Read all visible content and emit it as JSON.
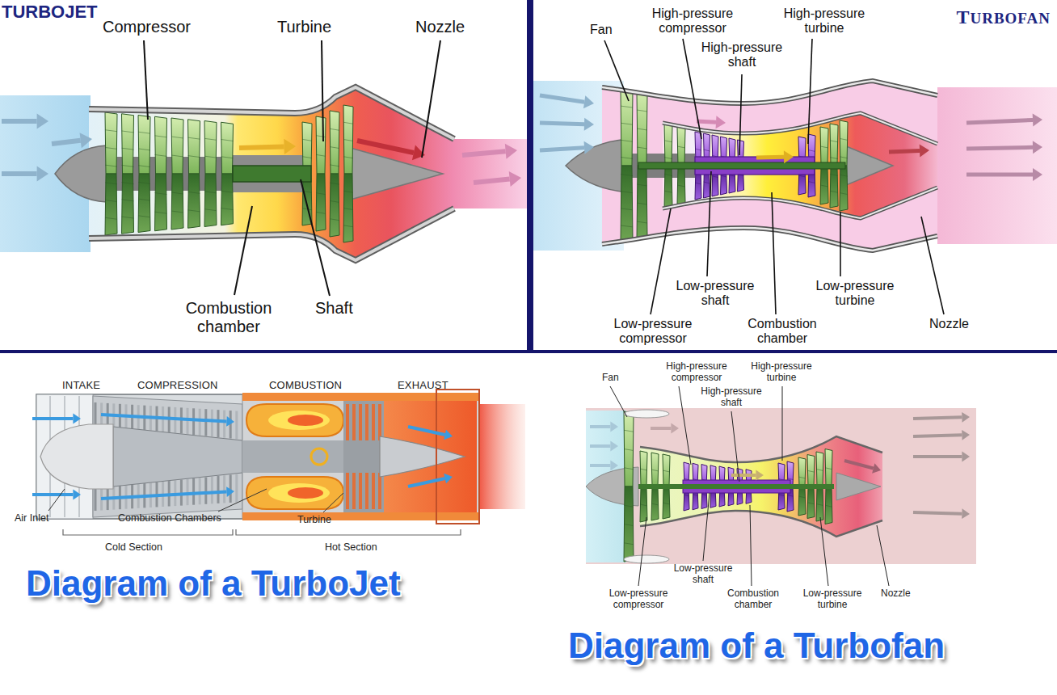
{
  "diagram": {
    "labels": [
      "TURBOJET",
      "Compressor",
      "Turbine",
      "Nozzle",
      "Combustion chamber",
      "Shaft",
      "Fan",
      "High-pressure compressor",
      "High-pressure shaft",
      "High-pressure turbine",
      "TURBOFAN",
      "Low-pressure shaft",
      "Low-pressure compressor",
      "Combustion chamber",
      "Low-pressure turbine",
      "Nozzle",
      "INTAKE",
      "COMPRESSION",
      "COMBUSTION",
      "EXHAUST",
      "Air Inlet",
      "Combustion Chambers",
      "Turbine",
      "Cold Section",
      "Hot Section",
      "Diagram of a TurboJet",
      "Fan",
      "High-pressure compressor",
      "High-pressure turbine",
      "High-pressure shaft",
      "Low-pressure shaft",
      "Low-pressure compressor",
      "Combustion chamber",
      "Low-pressure turbine",
      "Nozzle",
      "Diagram of a Turbofan"
    ]
  }
}
